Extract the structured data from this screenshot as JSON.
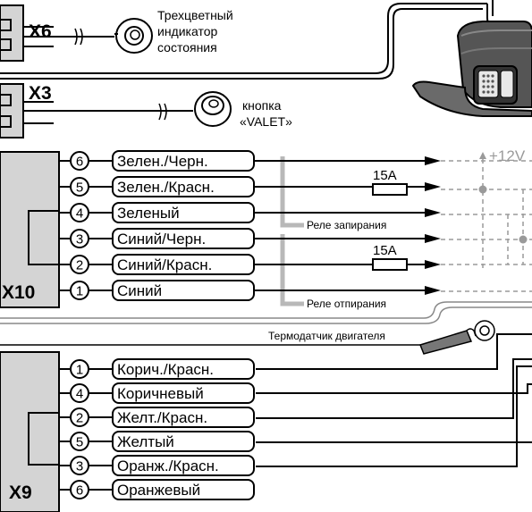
{
  "connectors": {
    "x6": "X6",
    "x3": "X3",
    "x10": "X10",
    "x9": "X9"
  },
  "indicator": {
    "line1": "Трехцветный",
    "line2": "индикатор",
    "line3": "состояния"
  },
  "valet": {
    "line1": "кнопка",
    "line2": "«VALET»"
  },
  "x10_wires": [
    {
      "pin": "6",
      "label": "Зелен./Черн."
    },
    {
      "pin": "5",
      "label": "Зелен./Красн."
    },
    {
      "pin": "4",
      "label": "Зеленый"
    },
    {
      "pin": "3",
      "label": "Синий/Черн."
    },
    {
      "pin": "2",
      "label": "Синий/Красн."
    },
    {
      "pin": "1",
      "label": "Синий"
    }
  ],
  "x9_wires": [
    {
      "pin": "1",
      "label": "Корич./Красн."
    },
    {
      "pin": "4",
      "label": "Коричневый"
    },
    {
      "pin": "2",
      "label": "Желт./Красн."
    },
    {
      "pin": "5",
      "label": "Желтый"
    },
    {
      "pin": "3",
      "label": "Оранж./Красн."
    },
    {
      "pin": "6",
      "label": "Оранжевый"
    }
  ],
  "fuses": [
    "15A",
    "15A"
  ],
  "relays": {
    "lock": "Реле запирания",
    "unlock": "Реле отпирания"
  },
  "sensor": "Термодатчик двигателя",
  "voltage": "+12V",
  "colors": {
    "connector_fill": "#d4d4d4",
    "relay_bracket": "#b8b8b8",
    "dashed_wire": "#9a9a9a",
    "voltage_text": "#9a9a9a"
  }
}
